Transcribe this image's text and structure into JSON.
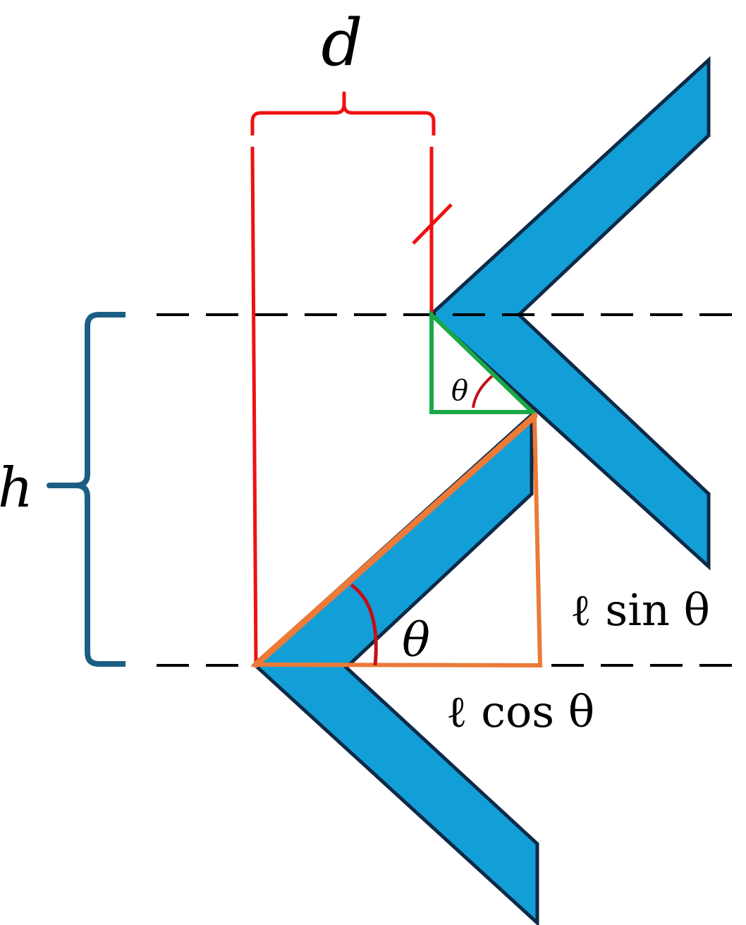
{
  "labels": {
    "d": "d",
    "h": "h",
    "theta_small": "θ",
    "theta_large": "θ",
    "l_sin_theta": "ℓ sin θ",
    "l_cos_theta": "ℓ cos θ"
  },
  "colors": {
    "background": "#ffffff",
    "mirror_fill": "#129fd8",
    "mirror_outline": "#0e2a47",
    "distance_bracket": "#ee1111",
    "height_bracket": "#1b5e84",
    "dashed_line": "#000000",
    "small_triangle": "#1aa845",
    "large_triangle": "#ec7a38",
    "angle_arc": "#c40f16"
  }
}
